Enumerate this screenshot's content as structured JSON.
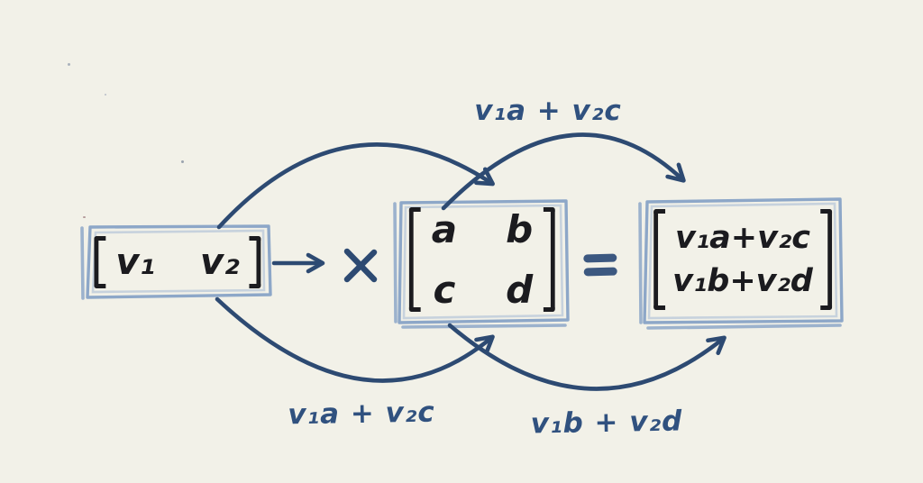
{
  "colors": {
    "background": "#f2f1e8",
    "sketch": "#8da7c8",
    "sketch_light": "#a4b8d4",
    "ink": "#2d4a72",
    "label": "#30517f",
    "equals": "#3c5880",
    "text": "#1b1b1f"
  },
  "vector": {
    "bracket_open": "[",
    "v1": "v₁",
    "v2": "v₂",
    "bracket_close": "]"
  },
  "operators": {
    "arrow": "→",
    "multiply": "×",
    "equals": "="
  },
  "matrix": {
    "bracket_open": "[",
    "a": "a",
    "b": "b",
    "c": "c",
    "d": "d",
    "bracket_close": "]"
  },
  "result": {
    "bracket_open": "[",
    "row1": "v₁a+v₂c",
    "row2": "v₁b+v₂d",
    "bracket_close": "]"
  },
  "arc_labels": {
    "top": "v₁a + v₂c",
    "bottom_left": "v₁a + v₂c",
    "bottom_right": "v₁b + v₂d"
  }
}
